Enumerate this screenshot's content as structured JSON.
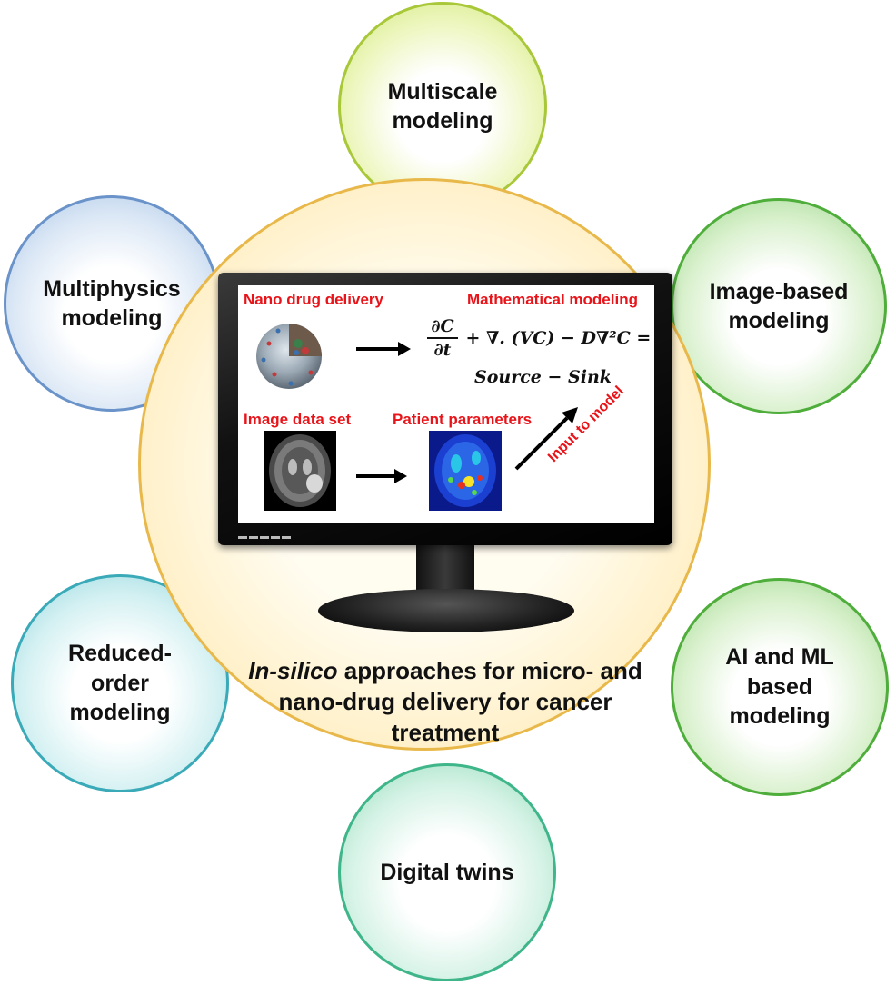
{
  "center": {
    "caption_italic": "In-silico",
    "caption_rest": " approaches for micro- and nano-drug delivery for cancer treatment"
  },
  "bubbles": [
    {
      "label": "Multiscale\nmodeling"
    },
    {
      "label": "Image-based\nmodeling"
    },
    {
      "label": "AI and ML\nbased\nmodeling"
    },
    {
      "label": "Digital twins"
    },
    {
      "label": "Reduced-\norder\nmodeling"
    },
    {
      "label": "Multiphysics\nmodeling"
    }
  ],
  "screen": {
    "nano_label": "Nano drug delivery",
    "math_label": "Mathematical modeling",
    "image_label": "Image data set",
    "patient_label": "Patient parameters",
    "input_label": "Input to model",
    "equation": {
      "numerator": "∂C",
      "denominator": "∂t",
      "rhs": "+ ∇. (VC) − D∇²C =",
      "line2": "Source − Sink"
    }
  },
  "colors": {
    "label_red": "#e8141a",
    "center_fill": "#fff0c8",
    "center_border": "#e8b84a"
  }
}
